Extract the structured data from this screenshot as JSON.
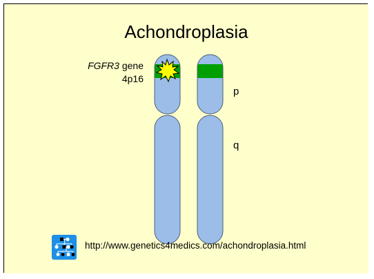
{
  "title": "Achondroplasia",
  "gene": {
    "name": "FGFR3",
    "suffix": " gene",
    "locus": "4p16"
  },
  "arms": {
    "p": "p",
    "q": "q"
  },
  "url": "http://www.genetics4medics.com/achondroplasia.html",
  "icons": {
    "mutation": "explosion-star-icon",
    "logo": "pedigree-logo-icon"
  },
  "colors": {
    "background": "#ffffcc",
    "chromosome_fill": "#9bbde8",
    "chromosome_stroke": "#4b5f7a",
    "gene_band": "#00a000",
    "mutation_star": "#ffff00",
    "logo_bg": "#1e8fe6"
  }
}
